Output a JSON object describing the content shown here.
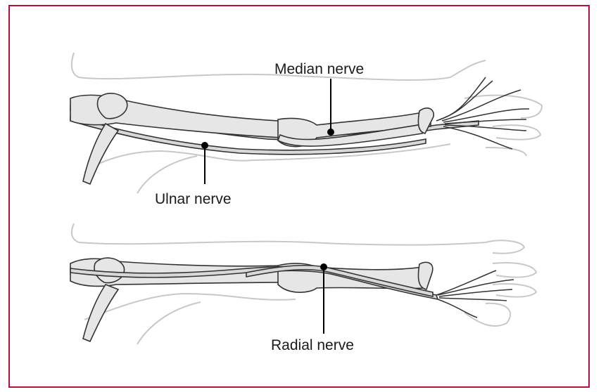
{
  "diagram": {
    "labels": {
      "median": "Median nerve",
      "ulnar": "Ulnar nerve",
      "radial": "Radial nerve"
    },
    "colors": {
      "border": "#b0123a",
      "skin_outline": "#c8c8c8",
      "bone_fill": "#e6e6e6",
      "bone_stroke": "#333333",
      "nerve_fill": "#d8d8d8",
      "label_text": "#1a1a1a"
    }
  }
}
